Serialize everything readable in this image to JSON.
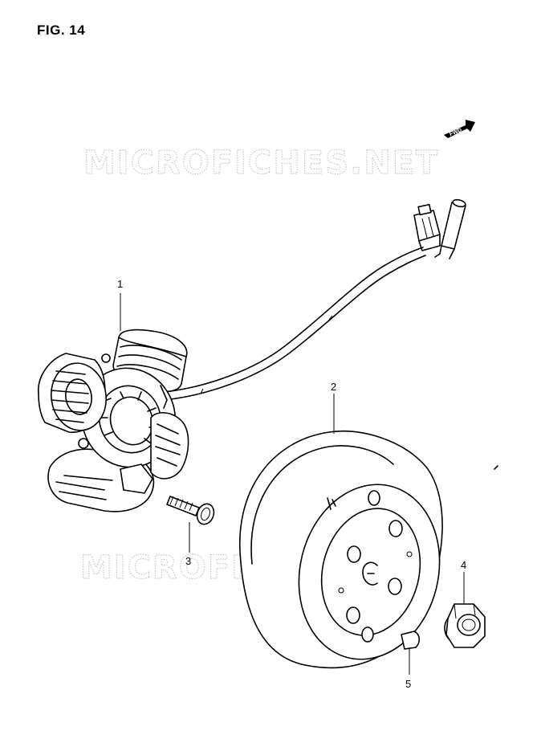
{
  "figure": {
    "title": "FIG. 14"
  },
  "watermark": {
    "text": "MICROFICHES.NET"
  },
  "fwd_arrow": {
    "label": "FWD"
  },
  "callouts": [
    {
      "id": "1",
      "label": "1"
    },
    {
      "id": "2",
      "label": "2"
    },
    {
      "id": "3",
      "label": "3"
    },
    {
      "id": "4",
      "label": "4"
    },
    {
      "id": "5",
      "label": "5"
    }
  ],
  "parts": [
    {
      "callout": "1",
      "icon": "stator-assembly-icon"
    },
    {
      "callout": "2",
      "icon": "flywheel-rotor-icon"
    },
    {
      "callout": "3",
      "icon": "screw-icon"
    },
    {
      "callout": "4",
      "icon": "flange-nut-icon"
    },
    {
      "callout": "5",
      "icon": "woodruff-key-icon"
    }
  ],
  "colors": {
    "line": "#000000",
    "background": "#ffffff",
    "watermark": "#c8c8c8"
  }
}
